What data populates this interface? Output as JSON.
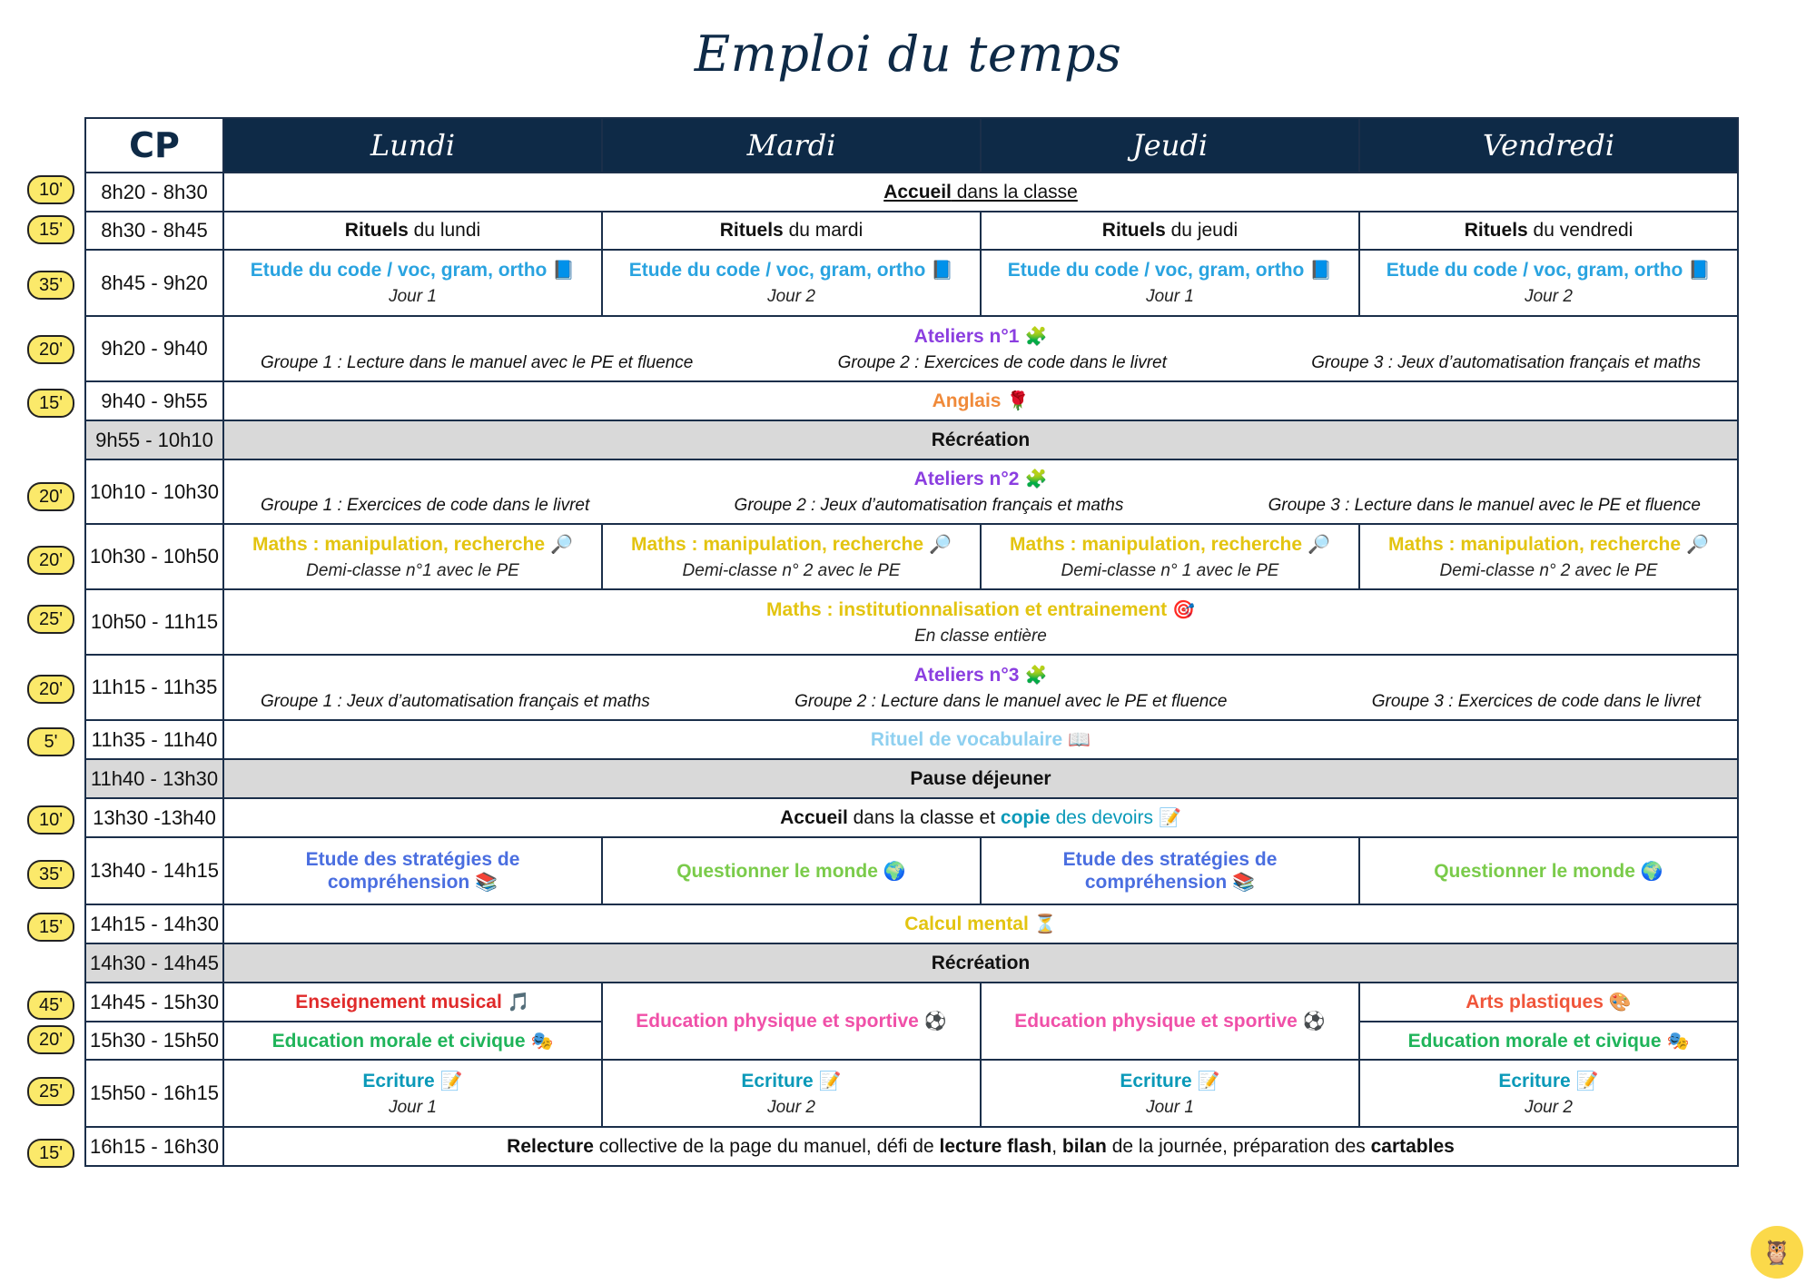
{
  "title": "Emploi du temps",
  "header": {
    "class": "CP",
    "days": [
      "Lundi",
      "Mardi",
      "Jeudi",
      "Vendredi"
    ]
  },
  "durations": [
    "10'",
    "15'",
    "35'",
    "20'",
    "15'",
    "20'",
    "20'",
    "25'",
    "20'",
    "5'",
    "10'",
    "35'",
    "15'",
    "45'",
    "20'",
    "25'",
    "15'"
  ],
  "times": [
    "8h20 - 8h30",
    "8h30 - 8h45",
    "8h45 - 9h20",
    "9h20 - 9h40",
    "9h40 - 9h55",
    "9h55 - 10h10",
    "10h10 - 10h30",
    "10h30 - 10h50",
    "10h50 - 11h15",
    "11h15 - 11h35",
    "11h35 - 11h40",
    "11h40 - 13h30",
    "13h30 -13h40",
    "13h40 - 14h15",
    "14h15 - 14h30",
    "14h30 - 14h45",
    "14h45 - 15h30",
    "15h30 - 15h50",
    "15h50 - 16h15",
    "16h15 - 16h30"
  ],
  "accueil": {
    "bold": "Accueil",
    "rest": " dans la classe"
  },
  "rituels": [
    {
      "bold": "Rituels",
      "rest": " du lundi"
    },
    {
      "bold": "Rituels",
      "rest": " du mardi"
    },
    {
      "bold": "Rituels",
      "rest": " du jeudi"
    },
    {
      "bold": "Rituels",
      "rest": " du vendredi"
    }
  ],
  "etude_code": {
    "label": "Etude du code / voc, gram, ortho",
    "icon": "book-icon",
    "days": [
      "Jour 1",
      "Jour 2",
      "Jour 1",
      "Jour 2"
    ]
  },
  "ateliers1": {
    "title": "Ateliers n°1",
    "groups": [
      "Groupe 1 : Lecture dans le manuel avec le PE et fluence",
      "Groupe 2 : Exercices de code dans le livret",
      "Groupe 3 : Jeux d’automatisation français et maths"
    ]
  },
  "anglais": "Anglais",
  "recreation": "Récréation",
  "ateliers2": {
    "title": "Ateliers n°2",
    "groups": [
      "Groupe 1 : Exercices de code dans le livret",
      "Groupe 2 : Jeux d’automatisation français et maths",
      "Groupe 3 : Lecture dans le manuel avec le PE et fluence"
    ]
  },
  "maths_manip": {
    "label": "Maths : manipulation, recherche",
    "subs": [
      "Demi-classe n°1 avec le PE",
      "Demi-classe n° 2 avec le PE",
      "Demi-classe n° 1 avec le PE",
      "Demi-classe n° 2 avec le PE"
    ]
  },
  "maths_inst": {
    "label": "Maths : institutionnalisation et entrainement",
    "sub": "En classe entière"
  },
  "ateliers3": {
    "title": "Ateliers n°3",
    "groups": [
      "Groupe 1 : Jeux d’automatisation français et maths",
      "Groupe 2 : Lecture dans le manuel avec le PE et fluence",
      "Groupe 3 : Exercices de code dans le livret"
    ]
  },
  "rituel_voc": "Rituel de vocabulaire",
  "pause": "Pause déjeuner",
  "accueil2": {
    "bold": "Accueil",
    "mid": " dans la classe et ",
    "bold2": "copie",
    "rest": " des devoirs"
  },
  "strategies": {
    "line1": "Etude des stratégies de",
    "line2": "compréhension"
  },
  "qlm": "Questionner le monde",
  "calcul": "Calcul mental",
  "musical": "Enseignement musical",
  "arts": "Arts plastiques",
  "eps": "Education physique et sportive",
  "emc": "Education morale et civique",
  "ecriture": {
    "label": "Ecriture",
    "days": [
      "Jour 1",
      "Jour 2",
      "Jour 1",
      "Jour 2"
    ]
  },
  "relecture": {
    "parts": [
      "Relecture",
      " collective de la page du manuel, défi de ",
      "lecture flash",
      ", ",
      "bilan",
      " de la journée, préparation des ",
      "cartables"
    ]
  }
}
